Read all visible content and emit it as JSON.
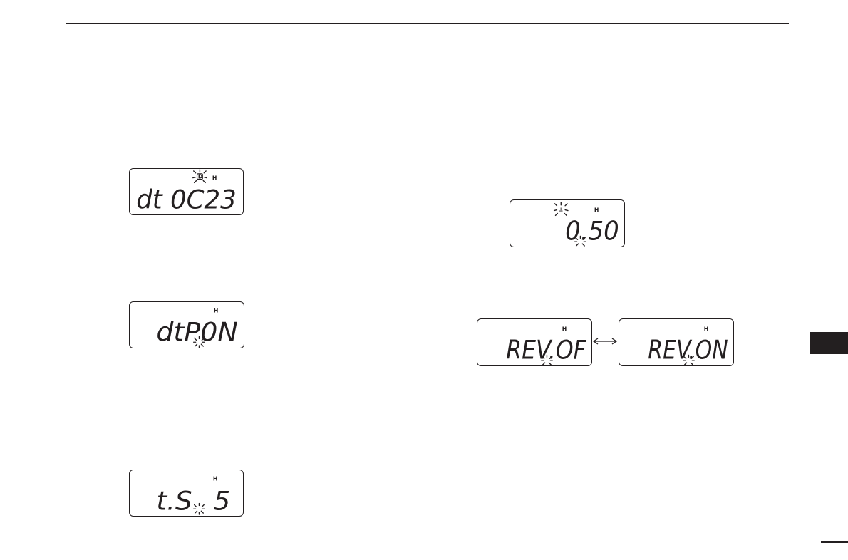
{
  "displays": [
    {
      "id": "dt-code",
      "text": "dt  0C23",
      "high_power": "H",
      "flag": "D"
    },
    {
      "id": "dtmf-pattern",
      "text": "dtP0N",
      "high_power": "H"
    },
    {
      "id": "tuning-step",
      "text": "t.S",
      "value": "5",
      "high_power": "H"
    },
    {
      "id": "offset",
      "text": "0.50",
      "high_power": "H",
      "flag": "±"
    },
    {
      "id": "reverse-off",
      "text": "REV.OF",
      "high_power": "H"
    },
    {
      "id": "reverse-on",
      "text": "REV.ON",
      "high_power": "H"
    }
  ],
  "icons": {
    "arrow": "double-arrow-icon",
    "blink": "blink-icon"
  },
  "colors": {
    "ink": "#231f20",
    "paper": "#ffffff"
  }
}
